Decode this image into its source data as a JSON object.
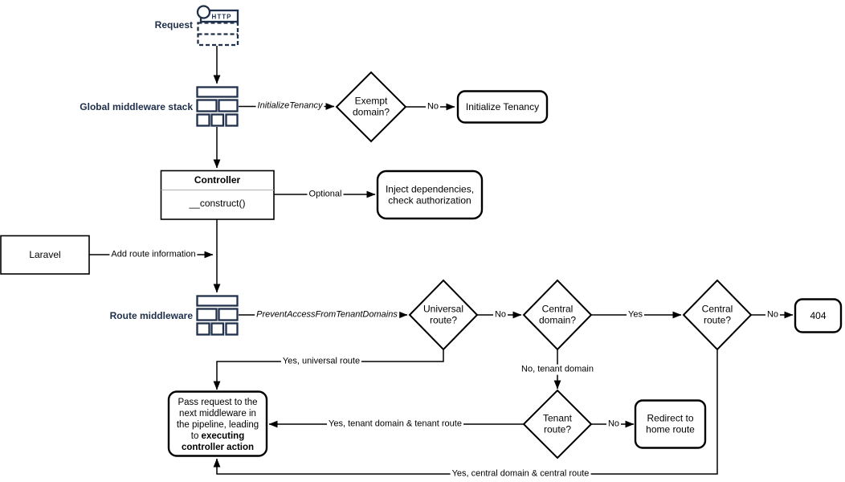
{
  "colors": {
    "shape_stroke": "#000000",
    "icon_navy": "#20304a",
    "background": "#ffffff",
    "divider_gray": "#b0b0b0"
  },
  "nodes": {
    "request": {
      "label": "Request",
      "http": "HTTP"
    },
    "global_middleware_stack": {
      "label": "Global middleware stack"
    },
    "exempt_domain": {
      "label": "Exempt domain?"
    },
    "initialize_tenancy": {
      "label": "Initialize Tenancy"
    },
    "controller": {
      "title": "Controller",
      "method": "__construct()"
    },
    "inject_dependencies": {
      "label": "Inject dependencies, check authorization"
    },
    "laravel": {
      "label": "Laravel"
    },
    "route_middleware": {
      "label": "Route middleware"
    },
    "universal_route": {
      "label": "Universal route?"
    },
    "central_domain": {
      "label": "Central domain?"
    },
    "central_route": {
      "label": "Central route?"
    },
    "error_404": {
      "label": "404"
    },
    "tenant_route": {
      "label": "Tenant route?"
    },
    "redirect_home": {
      "label": "Redirect to home route"
    },
    "pass_request": {
      "text": "Pass request to the next middleware in the pipeline, leading to ",
      "bold": "executing controller action"
    }
  },
  "edges": {
    "initialize_tenancy_mw": "InitializeTenancy",
    "exempt_no": "No",
    "optional": "Optional",
    "add_route_information": "Add route information",
    "prevent_access_mw": "PreventAccessFromTenantDomains",
    "universal_no": "No",
    "central_domain_yes": "Yes",
    "central_route_no": "No",
    "universal_yes": "Yes, universal route",
    "tenant_domain_no": "No, tenant domain",
    "tenant_route_no": "No",
    "tenant_yes": "Yes, tenant domain & tenant route",
    "central_yes": "Yes, central domain & central route"
  }
}
